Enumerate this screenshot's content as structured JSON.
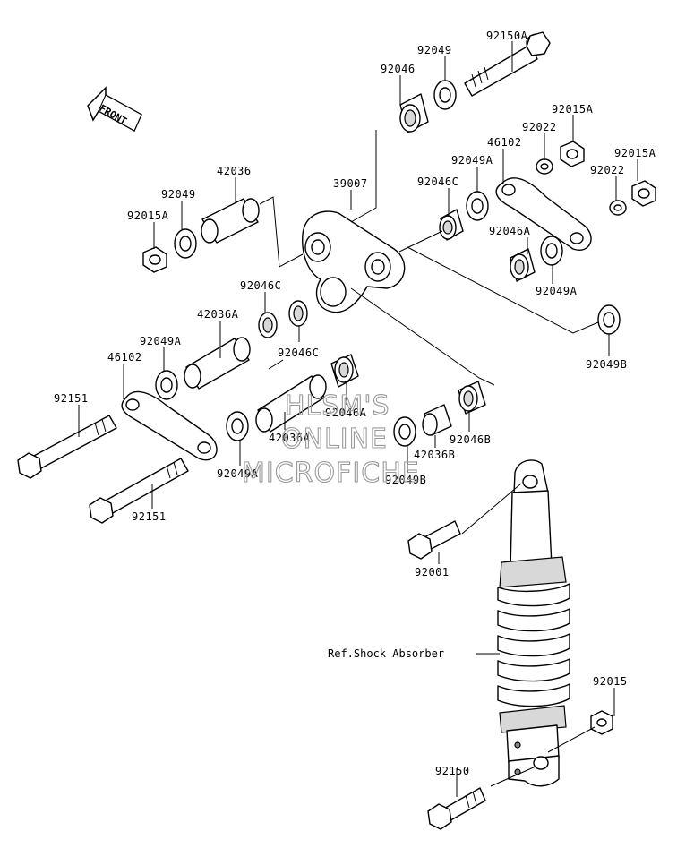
{
  "labels": {
    "p92150A": "92150A",
    "p92049_top": "92049",
    "p92046_top": "92046",
    "p92015A_1": "92015A",
    "p92022_1": "92022",
    "p46102_right": "46102",
    "p92015A_2": "92015A",
    "p92049A_right": "92049A",
    "p92022_2": "92022",
    "p39007": "39007",
    "p92046C_upper": "92046C",
    "p42036": "42036",
    "p92049_left": "92049",
    "p92015A_left": "92015A",
    "p92046A_right": "92046A",
    "p92049A_right_low": "92049A",
    "p92046C_mid": "92046C",
    "p42036A_upper": "42036A",
    "p92049B_right": "92049B",
    "p92049A_left": "92049A",
    "p46102_left": "46102",
    "p92046C_low": "92046C",
    "p92151_upper": "92151",
    "p92046A_mid": "92046A",
    "p42036A_low": "42036A",
    "p92049B_low": "92049B",
    "p42036B": "42036B",
    "p92046B": "92046B",
    "p92049A_low": "92049A",
    "p92151_low": "92151",
    "p92001": "92001",
    "p92015": "92015",
    "p92150": "92150"
  },
  "reference": "Ref.Shock Absorber",
  "front_arrow": "FRONT",
  "watermark": {
    "line1": "HLSM'S",
    "line2": "ONLINE",
    "line3": "MICROFICHE"
  }
}
